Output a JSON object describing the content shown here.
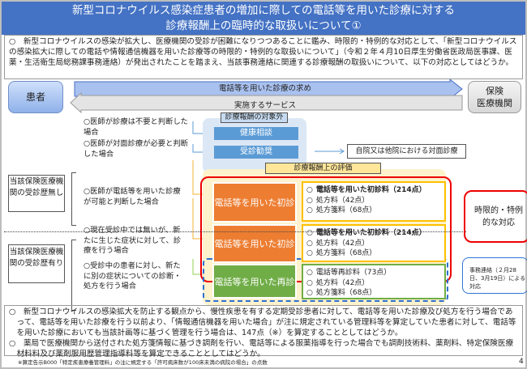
{
  "title": {
    "line1": "新型コロナウイルス感染症患者の増加に際しての電話等を用いた診療に対する",
    "line2": "診療報酬上の臨時的な取扱いについて①"
  },
  "intro": "○　新型コロナウイルスの感染が拡大し、医療機関の受診が困難になりつつあることに鑑み、時限的・特例的な対応として、「新型コロナウイルスの感染拡大に際しての電話や情報通信機器を用いた診療等の時限的・特例的な取扱いについて」（令和２年４月10日厚生労働省医政局医事課、医薬・生活衛生局総務課事務連絡）が発出されたことを踏まえ、当該事務連絡に関連する診療報酬の取扱いについて、以下の対応としてはどうか。",
  "flow": {
    "patient": "患者",
    "institution_l1": "保険",
    "institution_l2": "医療機関",
    "request_arrow": "電話等を用いた診療の求め",
    "service_arrow": "実施するサービス"
  },
  "out_of_scope": {
    "label": "診療報酬の対象外",
    "items": [
      "健康相談",
      "受診勧奨"
    ],
    "conditions": [
      "○医師が診療は不要と判断した場合",
      "○医師が対面診療が必要と判断した場合"
    ],
    "referral": "自院又は他院における対面診療"
  },
  "evaluation": {
    "label": "診療報酬上の評価",
    "rows": [
      {
        "condition": "○医師が電話等を用いた診療が可能と判断した場合",
        "service": "電話等を用いた初診",
        "items": [
          "電話等を用いた初診料（214点）",
          "処方料（42点）",
          "処方箋料（68点）"
        ]
      },
      {
        "condition": "○現在受診中では無いが、新たに生じた症状に対して、診療を行う場合",
        "service": "電話等を用いた初診",
        "items": [
          "電話等を用いた初診料（214点）",
          "処方料（42点）",
          "処方箋料（68点）"
        ]
      },
      {
        "condition": "○受診中の患者に対し、新たに別の症状についての診断・処方を行う場合",
        "service": "電話等を用いた再診",
        "items": [
          "電話等再診料（73点）",
          "処方料（42点）",
          "処方箋料（68点）"
        ]
      }
    ]
  },
  "history": {
    "none": "当該保険医療機関の受診歴無し",
    "has": "当該保険医療機関の受診歴有り"
  },
  "callouts": {
    "temporary": "時限的・特例的な対応",
    "notice": "事務連絡（２月28日、3月19日）による対応"
  },
  "bottom": [
    "○　新型コロナウイルスの感染拡大を防止する観点から、慢性疾患を有する定期受診患者に対して、電話等を用いた診療及び処方を行う場合であって、電話等を用いた診療を行う以前より、「情報通信機器を用いた場合」が注に規定されている管理料等を算定していた患者に対して、電話等を用いた診療においても当該計画等に基づく管理を行う場合は、147点（※）を算定することとしてはどうか。",
    "○　薬局で医療機関から送付された処方箋情報に基づき調剤を行い、電話等による服薬指導を行った場合でも調剤技術料、薬剤料、特定保険医療材料料及び薬剤服用歴管理指導料等を算定できることとしてはどうか。"
  ],
  "footnote": "※算定告示B000「特定疾患療養管理料」の注に規定する「許可病床数が100床未満の病院の場合」の点数",
  "page": "4"
}
